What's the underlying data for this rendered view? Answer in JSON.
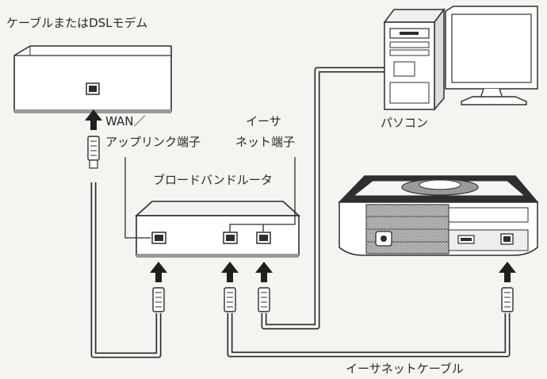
{
  "labels": {
    "modem": "ケーブルまたはDSLモデム",
    "wan_line1": "WAN／",
    "wan_line2": "アップリンク端子",
    "ethernet_port_line1": "イーサ",
    "ethernet_port_line2": "ネット端子",
    "router": "ブロードバンドルータ",
    "pc": "パソコン",
    "ethernet_cable": "イーサネットケーブル"
  },
  "colors": {
    "background": "#f4f4f1",
    "line": "#2e2e2e",
    "device_fill": "#ffffff",
    "shade": "#9a9a9a"
  }
}
